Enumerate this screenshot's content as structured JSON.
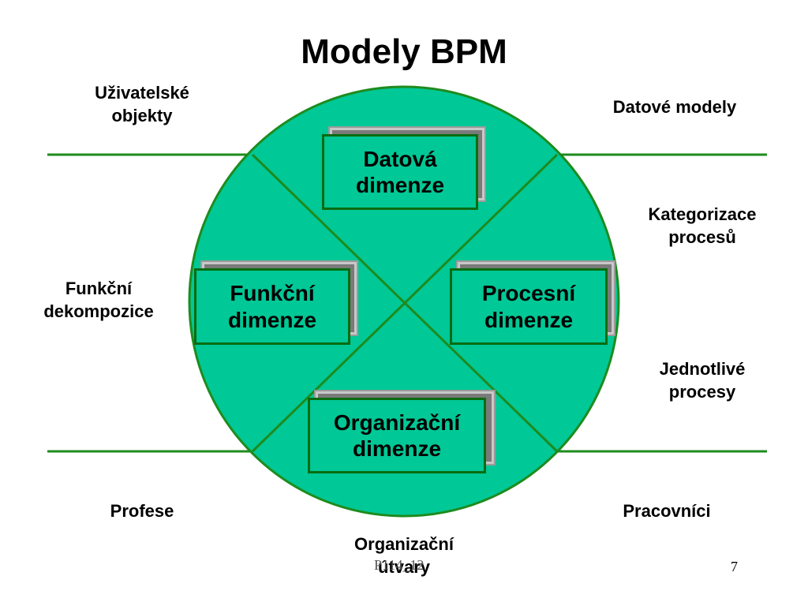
{
  "title": "Modely BPM",
  "colors": {
    "circle_fill": "#00C896",
    "line_green": "#1E8B1E",
    "box_border": "#0B6B10",
    "box_shadow": "#7A7A7A"
  },
  "dimensions": {
    "data": {
      "line1": "Datová",
      "line2": "dimenze"
    },
    "funct": {
      "line1": "Funkční",
      "line2": "dimenze"
    },
    "proc": {
      "line1": "Procesní",
      "line2": "dimenze"
    },
    "org": {
      "line1": "Organizační",
      "line2": "dimenze"
    }
  },
  "outer_labels": {
    "user_objects": {
      "line1": "Uživatelské",
      "line2": "objekty"
    },
    "data_models": {
      "line1": "Datové modely"
    },
    "categorization": {
      "line1": "Kategorizace",
      "line2": "procesů"
    },
    "func_decomp": {
      "line1": "Funkční",
      "line2": "dekompozice"
    },
    "single_processes": {
      "line1": "Jednotlivé",
      "line2": "procesy"
    },
    "profession": {
      "line1": "Profese"
    },
    "workers": {
      "line1": "Pracovníci"
    },
    "org_units": {
      "line1": "Organizační",
      "line2": "útvary"
    }
  },
  "footer": {
    "code": "P114_12",
    "page": "7"
  }
}
